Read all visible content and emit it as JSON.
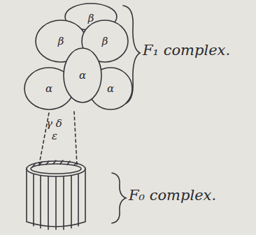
{
  "diagram": {
    "nodes": [
      {
        "text": [
          "β"
        ]
      },
      {
        "text": [
          "β"
        ]
      },
      {
        "text": [
          "β"
        ]
      },
      {
        "text": [
          "α"
        ]
      },
      {
        "text": [
          "α"
        ]
      },
      {
        "text": [
          "α"
        ]
      }
    ],
    "labels": [
      "F₁ complex.",
      "γ δ",
      "ε",
      "F₀ complex."
    ]
  }
}
